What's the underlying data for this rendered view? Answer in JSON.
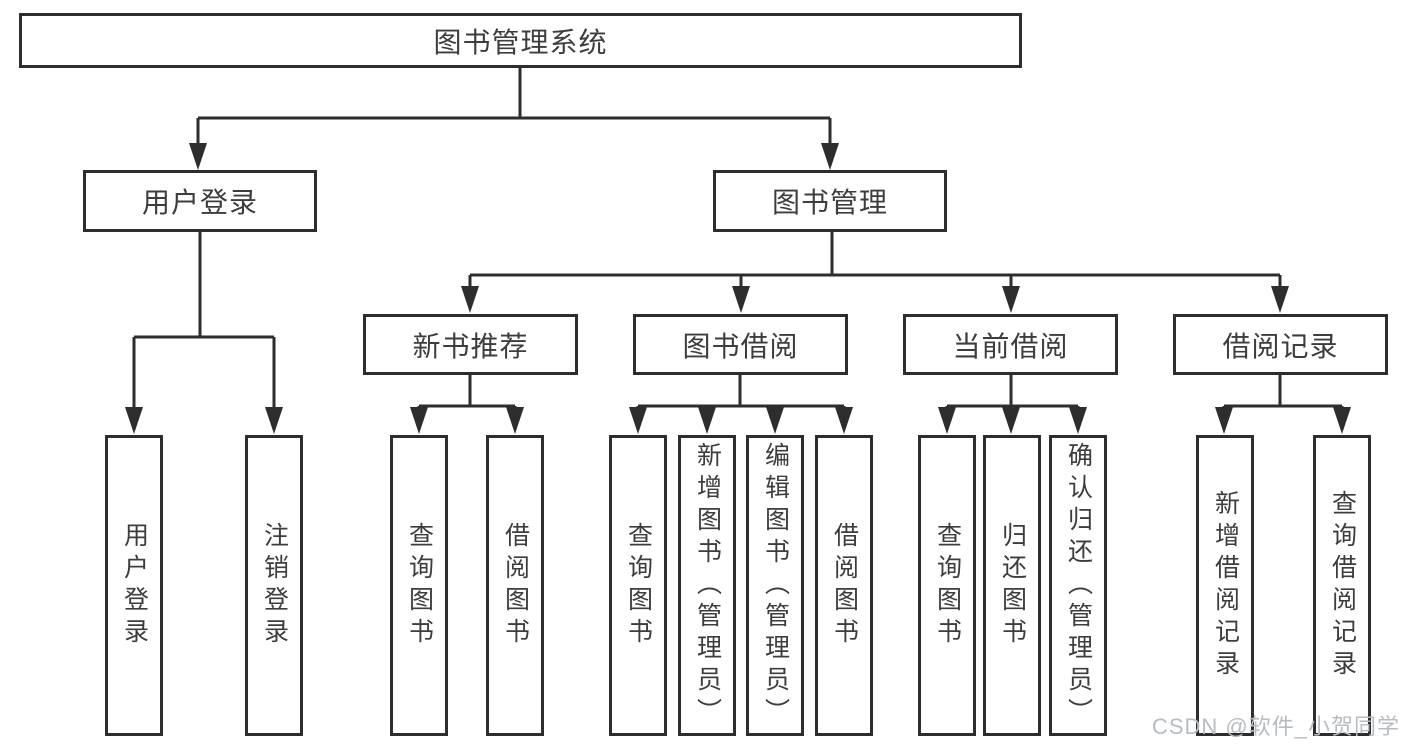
{
  "nodes": {
    "root": "图书管理系统",
    "user_login": "用户登录",
    "book_mgmt": "图书管理",
    "new_book_rec": "新书推荐",
    "book_borrow": "图书借阅",
    "current_borrow": "当前借阅",
    "borrow_records": "借阅记录"
  },
  "leaves": {
    "user_login": [
      "用户登录",
      "注销登录"
    ],
    "new_book_rec": [
      "查询图书",
      "借阅图书"
    ],
    "book_borrow": [
      "查询图书",
      "新增图书（管理员）",
      "编辑图书（管理员）",
      "借阅图书"
    ],
    "current_borrow": [
      "查询图书",
      "归还图书",
      "确认归还（管理员）"
    ],
    "borrow_records": [
      "新增借阅记录",
      "查询借阅记录"
    ]
  },
  "watermark": "CSDN @软件_小贺同学",
  "colors": {
    "line": "#2d2d2d",
    "text": "#3d3d3d",
    "watermark": "#b7bcc1",
    "background": "#ffffff"
  }
}
